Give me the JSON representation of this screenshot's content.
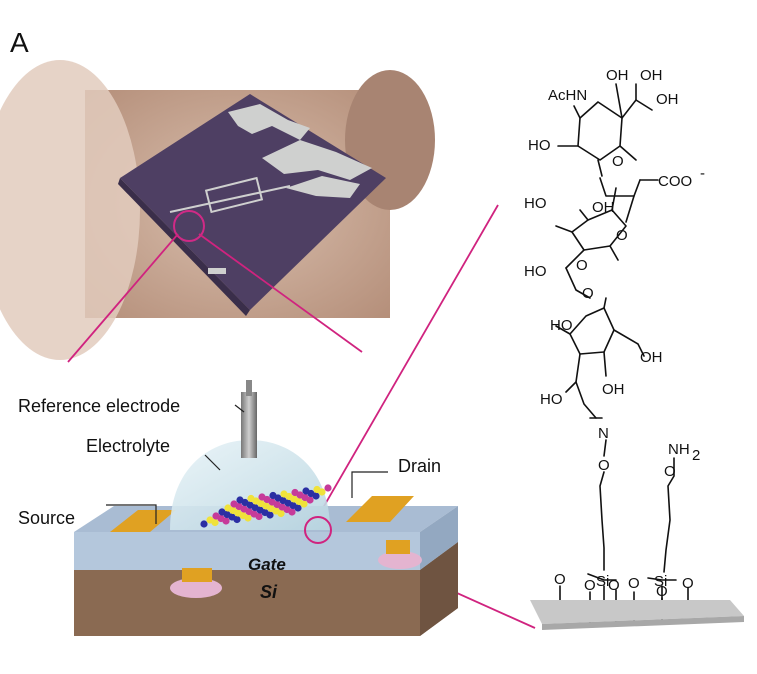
{
  "panel_label": "A",
  "photo": {
    "description_colors": {
      "skin": "#c9a58e",
      "chip": "#4e3f63",
      "electrode": "#cfd0cf",
      "highlight": "#d02a86"
    }
  },
  "device": {
    "labels": {
      "reference_electrode": "Reference electrode",
      "electrolyte": "Electrolyte",
      "drain": "Drain",
      "source": "Source",
      "gate": "Gate",
      "substrate": "Si"
    },
    "colors": {
      "oxide": "#a9bcd3",
      "silicon": "#8a6a52",
      "contact": "#e0a122",
      "dome": "#cfe5ee",
      "well": "#e4b4d0"
    }
  },
  "molecule": {
    "atoms": {
      "AcHN": "AcHN",
      "OH": "OH",
      "HO": "HO",
      "O": "O",
      "N": "N",
      "COO": "COO",
      "charge": "-",
      "NH": "NH",
      "sub2": "2",
      "Si": "Si"
    }
  },
  "colors": {
    "connector": "#d0237f",
    "surface": "#c8c8c8"
  }
}
